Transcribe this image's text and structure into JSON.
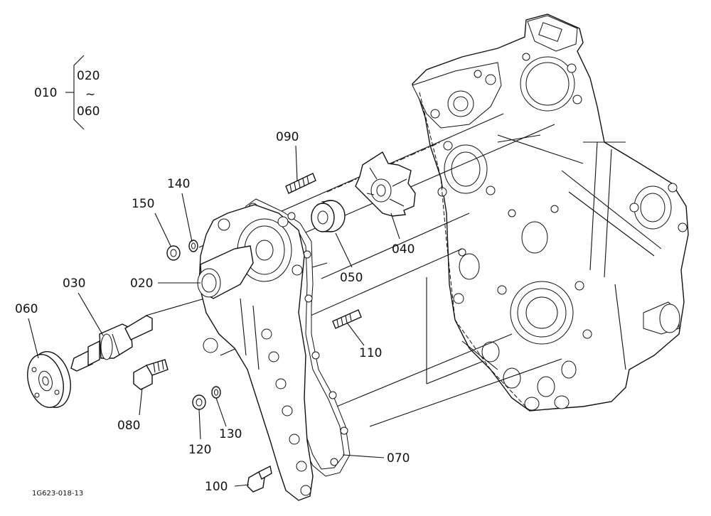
{
  "callouts": {
    "c010": "010",
    "c020_range_top": "020",
    "c_range_sep": "~",
    "c060_range_bot": "060",
    "c090": "090",
    "c140": "140",
    "c150": "150",
    "c020": "020",
    "c030": "030",
    "c050": "050",
    "c040": "040",
    "c060": "060",
    "c110": "110",
    "c080": "080",
    "c130": "130",
    "c120": "120",
    "c070": "070",
    "c100": "100"
  },
  "figure_code": "1G623-018-13"
}
